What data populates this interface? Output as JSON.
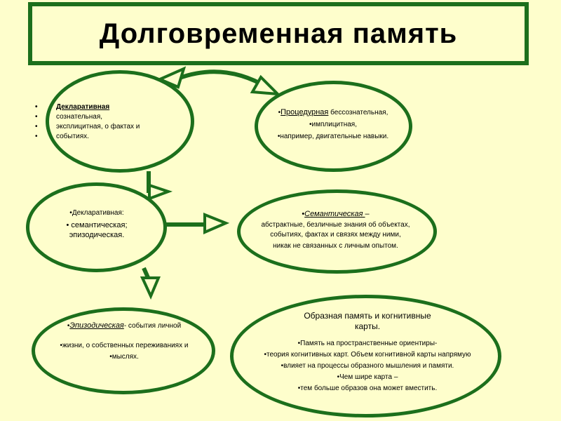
{
  "title": "Долговременная память",
  "declarative_top": {
    "heading": "Декларативная",
    "items": [
      "сознательная,",
      "эксплицитная, о фактах и",
      "событиях."
    ]
  },
  "procedural": {
    "heading": "Процедурная",
    "heading_rest": " бессознательная,",
    "lines": [
      "имплицитная,",
      "например, двигательные навыки."
    ]
  },
  "declarative_mid": {
    "heading": "Декларативная:",
    "line1": "семантическая;",
    "line2": "эпизодическая."
  },
  "semantic": {
    "heading": "Семантическая ",
    "dash": "–",
    "lines": [
      "абстрактные, безличные знания об объектах,",
      "событиях, фактах и связях между ними,",
      "никак не связанных с личным опытом."
    ]
  },
  "episodic": {
    "heading": "Эпизодическая",
    "heading_rest": "- события личной",
    "line2": "жизни, о собственных переживаниях и",
    "line3": "мыслях."
  },
  "imagery": {
    "title_line1": "Образная память и когнитивные",
    "title_line2": "карты.",
    "lines": [
      "Память на пространственные ориентиры-",
      "теория когнитивных карт. Объем когнитивной карты напрямую",
      "влияет на процессы образного мышления и памяти.",
      "Чем шире карта –",
      "тем больше образов она может вместить."
    ]
  }
}
